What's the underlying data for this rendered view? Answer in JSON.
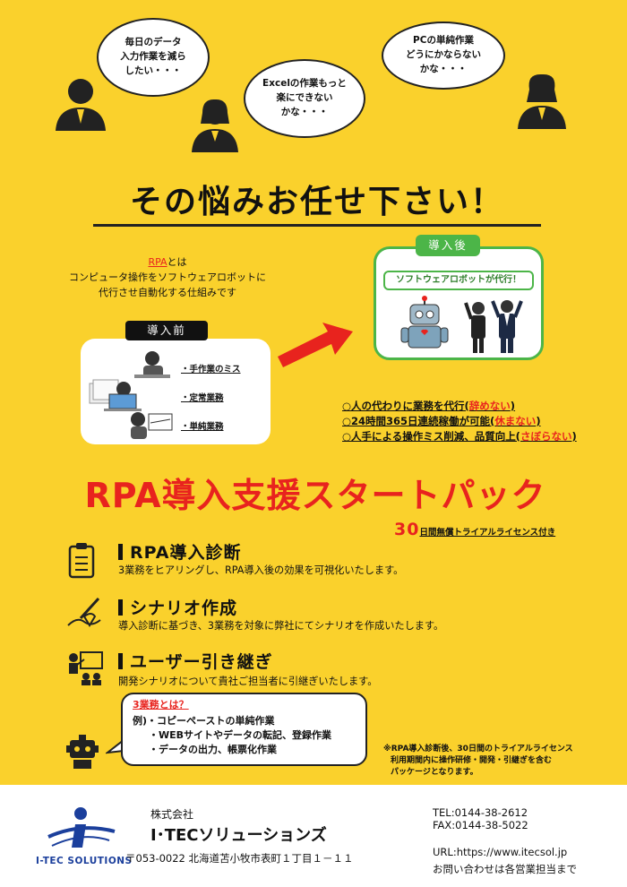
{
  "bubbles": [
    {
      "lines": [
        "毎日のデータ",
        "入力作業を減ら",
        "したい・・・"
      ]
    },
    {
      "lines": [
        "Excelの作業もっと",
        "楽にできない",
        "かな・・・"
      ]
    },
    {
      "lines": [
        "PCの単純作業",
        "どうにかならない",
        "かな・・・"
      ]
    }
  ],
  "headline": "その悩みお任せ下さい！",
  "rpa_intro": {
    "term": "RPA",
    "term_suffix": "とは",
    "line2": "コンピュータ操作をソフトウェアロボットに",
    "line3": "代行させ自動化する仕組みです"
  },
  "before": {
    "label": "導入前",
    "items": [
      "・手作業のミス",
      "・定常業務",
      "・単純業務"
    ]
  },
  "after": {
    "label": "導入後",
    "subtitle": "ソフトウェアロボットが代行！"
  },
  "benefits": [
    {
      "text": "○人の代わりに業務を代行(",
      "highlight": "辞めない",
      "end": ")"
    },
    {
      "text": "○24時間365日連続稼働が可能(",
      "highlight": "休まない",
      "end": ")"
    },
    {
      "text": "○人手による操作ミス削減、品質向上(",
      "highlight": "さぼらない",
      "end": ")"
    }
  ],
  "main_title": "RPA導入支援スタートパック",
  "trial": {
    "number": "30",
    "text": "日間無償トライアルライセンス付き"
  },
  "steps": [
    {
      "title": "RPA導入診断",
      "desc": "3業務をヒアリングし、RPA導入後の効果を可視化いたします。"
    },
    {
      "title": "シナリオ作成",
      "desc": "導入診断に基づき、3業務を対象に弊社にてシナリオを作成いたします。"
    },
    {
      "title": "ユーザー引き継ぎ",
      "desc": "開発シナリオについて貴社ご担当者に引継ぎいたします。"
    }
  ],
  "example": {
    "title": "3業務とは？",
    "lines": [
      "例)・コピーペーストの単純作業",
      "・WEBサイトやデータの転記、登録作業",
      "・データの出力、帳票化作業"
    ]
  },
  "note": [
    "※RPA導入診断後、30日間のトライアルライセンス",
    "利用期間内に操作研修・開発・引継ぎを含む",
    "パッケージとなります。"
  ],
  "footer": {
    "company_prefix": "株式会社",
    "company_name": "I･TECソリューションズ",
    "address": "〒053-0022 北海道苫小牧市表町１丁目１－１１",
    "tel": "TEL:0144-38-2612",
    "fax": "FAX:0144-38-5022",
    "url": "URL:https://www.itecsol.jp",
    "inquiry": "お問い合わせは各営業担当まで",
    "logo_text": "I-TEC SOLUTIONS"
  },
  "colors": {
    "background": "#fad12c",
    "accent_red": "#e8231e",
    "accent_green": "#4cb548",
    "brand_blue": "#1b3f9c"
  }
}
